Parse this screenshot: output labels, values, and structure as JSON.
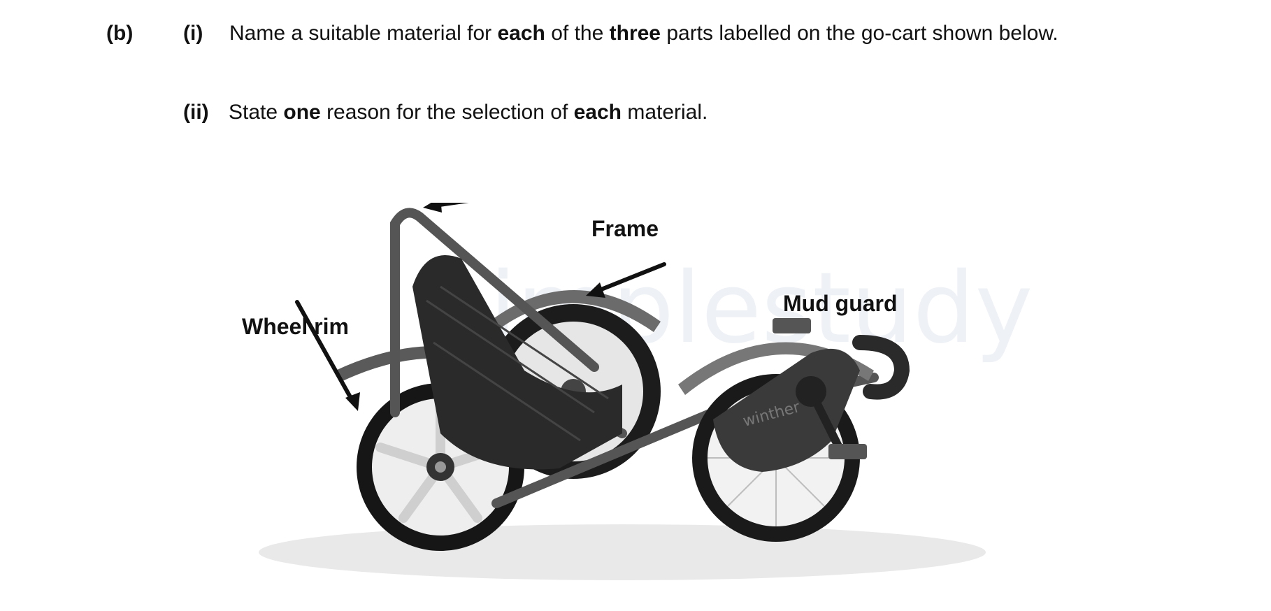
{
  "question": {
    "part_label": "(b)",
    "sub_i": {
      "label": "(i)",
      "segments": [
        {
          "text": "Name a suitable material for ",
          "bold": false
        },
        {
          "text": "each",
          "bold": true
        },
        {
          "text": " of the ",
          "bold": false
        },
        {
          "text": "three",
          "bold": true
        },
        {
          "text": " parts labelled on the go-cart shown below.",
          "bold": false
        }
      ]
    },
    "sub_ii": {
      "label": "(ii)",
      "segments": [
        {
          "text": "State ",
          "bold": false
        },
        {
          "text": "one",
          "bold": true
        },
        {
          "text": " reason for the selection of ",
          "bold": false
        },
        {
          "text": "each",
          "bold": true
        },
        {
          "text": " material.",
          "bold": false
        }
      ]
    }
  },
  "figure": {
    "callouts": {
      "frame": "Frame",
      "mud_guard": "Mud guard",
      "wheel_rim": "Wheel rim"
    },
    "frame_decal": "winther",
    "watermark": "implestudy",
    "colors": {
      "tyre": "#1a1a1a",
      "rim": "#ececec",
      "frame": "#555555",
      "seat": "#2a2a2a",
      "arrow": "#111111"
    }
  }
}
